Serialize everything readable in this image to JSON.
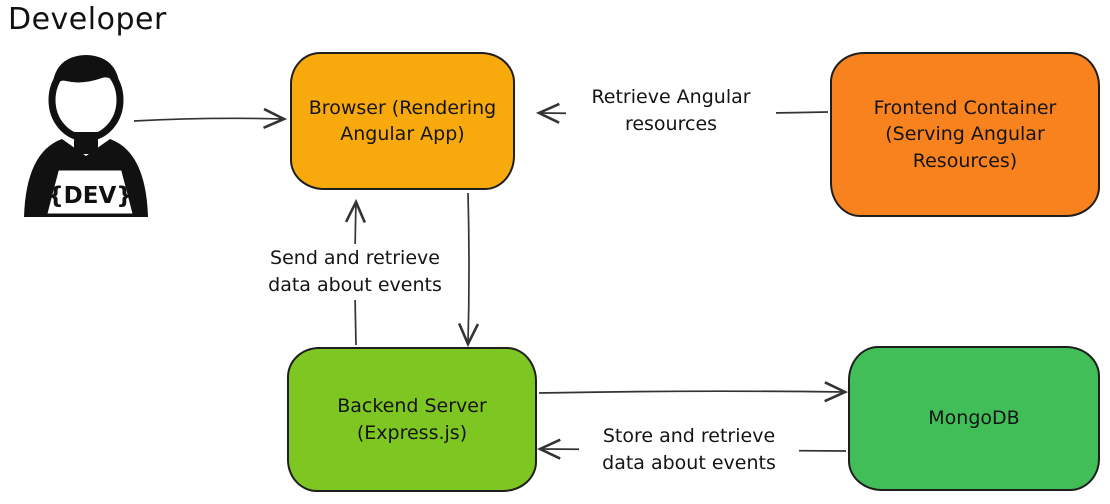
{
  "diagram": {
    "title": "Developer",
    "developer": {
      "badge": "{DEV}"
    },
    "nodes": {
      "browser": {
        "label": "Browser (Rendering\nAngular App)",
        "fill": "#f8aa0d"
      },
      "frontend": {
        "label": "Frontend Container\n(Serving Angular\nResources)",
        "fill": "#f8821d"
      },
      "backend": {
        "label": "Backend Server\n(Express.js)",
        "fill": "#7ec622"
      },
      "mongodb": {
        "label": "MongoDB",
        "fill": "#41be58"
      }
    },
    "edges": {
      "frontend_to_browser": {
        "label": "Retrieve Angular\nresources"
      },
      "backend_to_browser": {
        "label": "Send and retrieve\ndata about events"
      },
      "mongodb_to_backend": {
        "label": "Store and retrieve\ndata about events"
      }
    },
    "stroke_color": "#333333",
    "border_color": "#1e1e1e"
  }
}
